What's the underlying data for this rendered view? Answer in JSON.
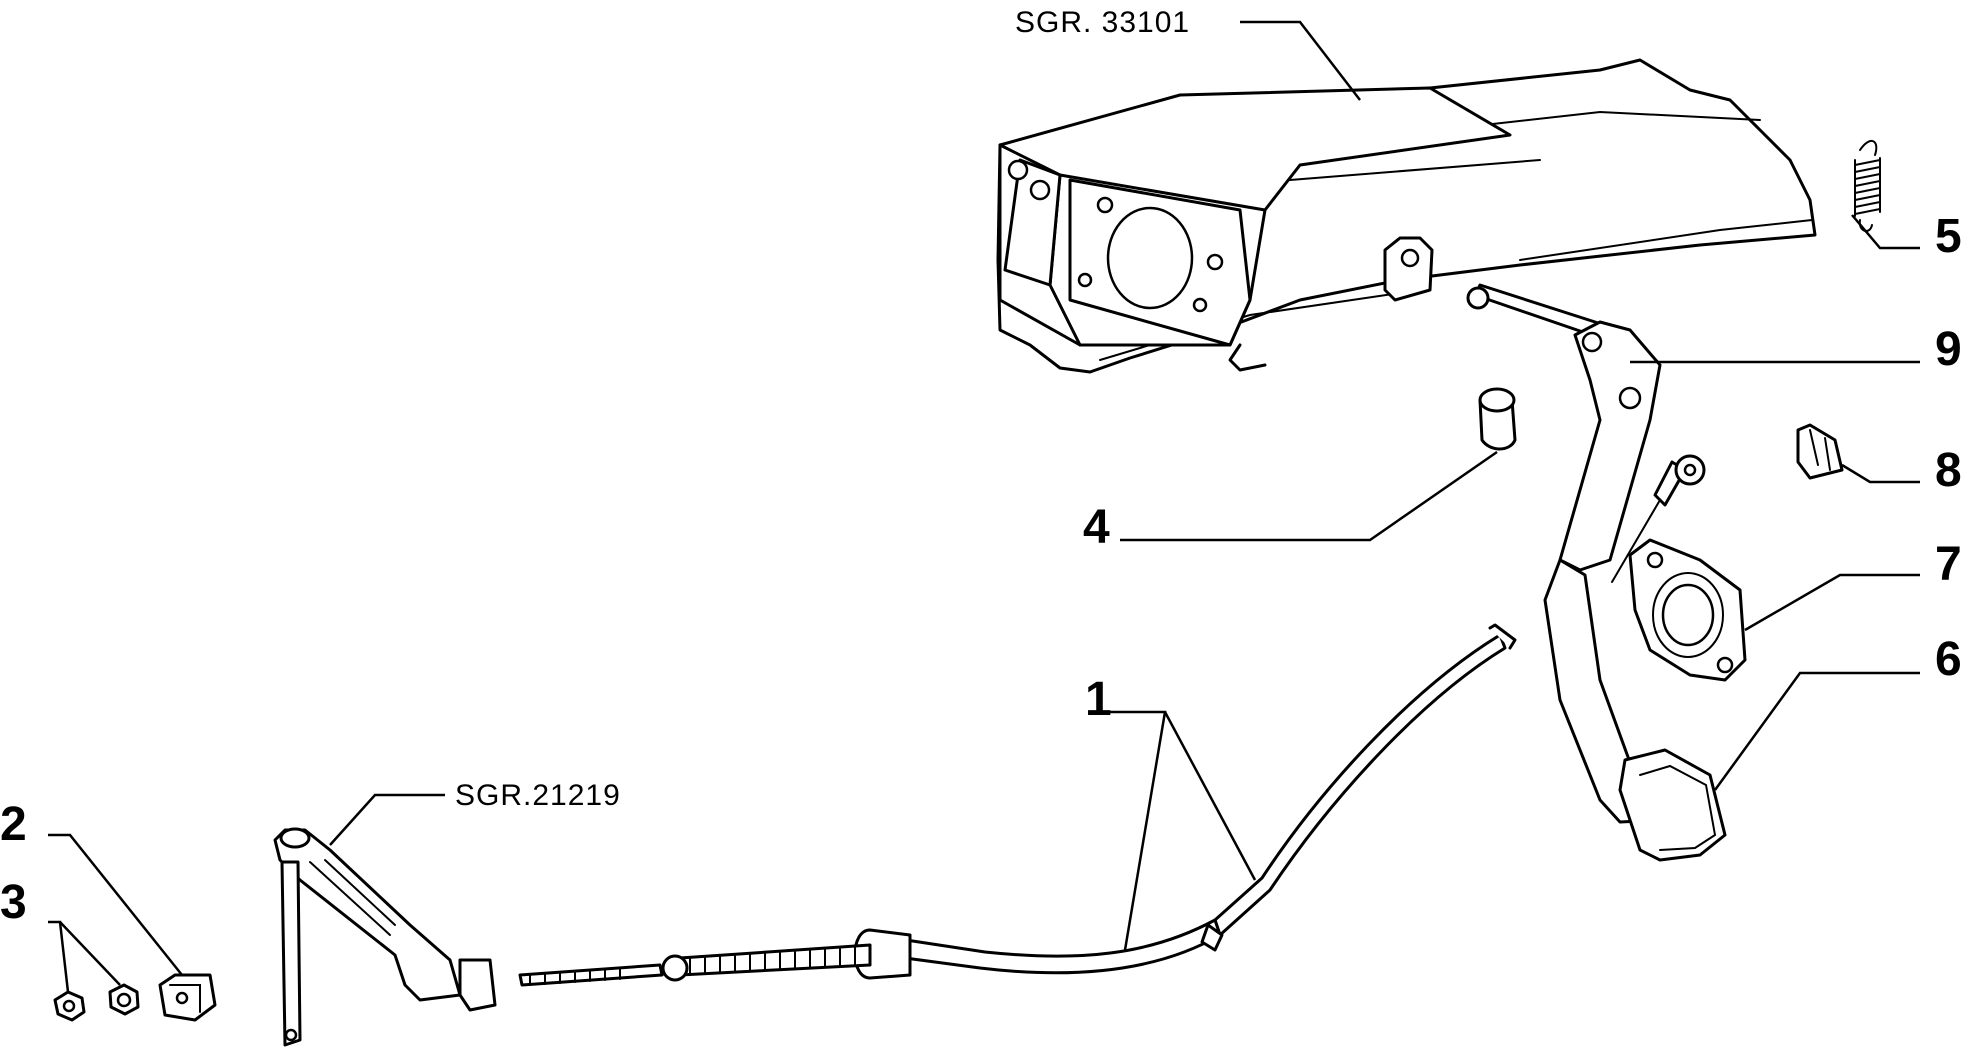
{
  "references": {
    "floor_ref": "SGR. 33101",
    "lever_ref": "SGR.21219"
  },
  "labels": [
    "1",
    "2",
    "3",
    "4",
    "5",
    "6",
    "7",
    "8",
    "9"
  ]
}
